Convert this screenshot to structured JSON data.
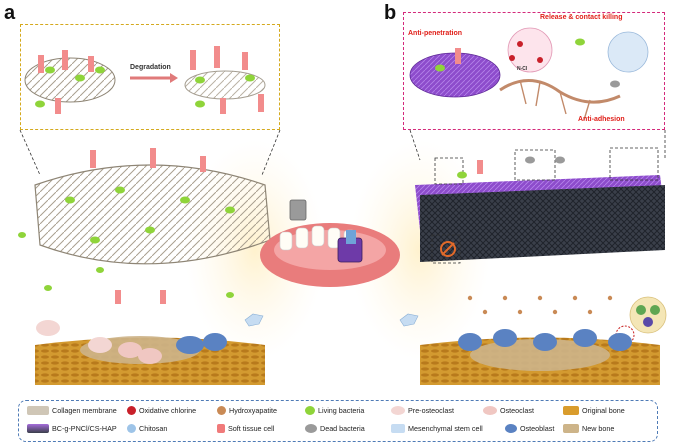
{
  "panels": {
    "a": "a",
    "b": "b"
  },
  "panel_a": {
    "inset_label": "Degradation"
  },
  "panel_b": {
    "anti_penetration": "Anti-penetration",
    "release_killing": "Release & contact killing",
    "anti_adhesion": "Anti-adhesion",
    "chem_label": "N-Cl"
  },
  "legend": [
    {
      "label": "Collagen membrane",
      "icon": "collagen-membrane-icon",
      "color": "#cfc6b6"
    },
    {
      "label": "Oxidative chlorine",
      "icon": "oxidative-chlorine-icon",
      "color": "#c8202a"
    },
    {
      "label": "Hydroxyapatite",
      "icon": "hydroxyapatite-icon",
      "color": "#c98a55"
    },
    {
      "label": "Living bacteria",
      "icon": "living-bacteria-icon",
      "color": "#8fd43a"
    },
    {
      "label": "Pre-osteoclast",
      "icon": "pre-osteoclast-icon",
      "color": "#f3d6d3"
    },
    {
      "label": "Osteoclast",
      "icon": "osteoclast-icon",
      "color": "#f0c7c2"
    },
    {
      "label": "Original bone",
      "icon": "original-bone-icon",
      "color": "#d99c2c"
    },
    {
      "label": "BC-g-PNCl/CS-HAP",
      "icon": "bc-membrane-icon",
      "color": "#7d3bb8"
    },
    {
      "label": "Chitosan",
      "icon": "chitosan-icon",
      "color": "#9ec4e8"
    },
    {
      "label": "Soft tissue cell",
      "icon": "soft-tissue-cell-icon",
      "color": "#f07a7a"
    },
    {
      "label": "Dead bacteria",
      "icon": "dead-bacteria-icon",
      "color": "#9a9a9a"
    },
    {
      "label": "Mesenchymal stem cell",
      "icon": "mesenchymal-stem-cell-icon",
      "color": "#c6dcf2"
    },
    {
      "label": "Osteoblast",
      "icon": "osteoblast-icon",
      "color": "#5a82c2"
    },
    {
      "label": "New bone",
      "icon": "new-bone-icon",
      "color": "#cdb489"
    }
  ]
}
